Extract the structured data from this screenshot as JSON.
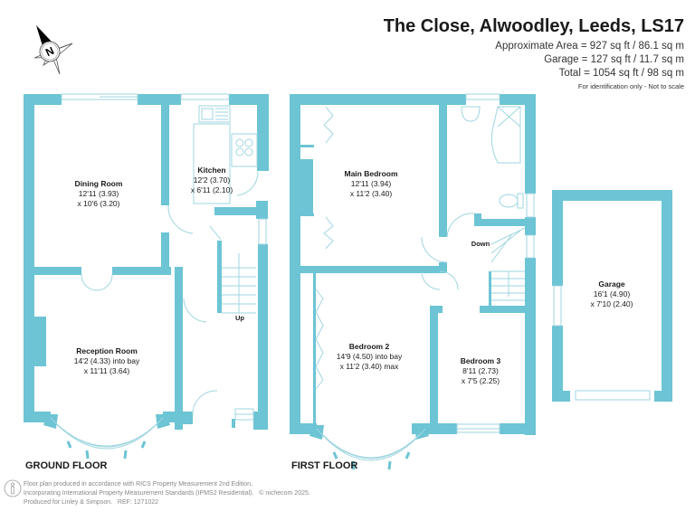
{
  "header": {
    "title": "The Close, Alwoodley, Leeds, LS17",
    "areas": [
      "Approximate Area = 927 sq ft / 86.1 sq m",
      "Garage = 127 sq ft / 11.7 sq m",
      "Total = 1054 sq ft / 98 sq m"
    ],
    "disclaimer": "For identification only - Not to scale"
  },
  "compass": {
    "icon": "north-arrow-icon",
    "label": "N"
  },
  "colors": {
    "wall": "#6cc4d4",
    "fixture": "#9fd6e0",
    "text": "#1a1a1a"
  },
  "floors": {
    "ground": {
      "label": "GROUND FLOOR",
      "rooms": [
        {
          "name": "Dining Room",
          "dim1": "12'11 (3.93)",
          "dim2": "x 10'6 (3.20)"
        },
        {
          "name": "Kitchen",
          "dim1": "12'2 (3.70)",
          "dim2": "x 6'11 (2.10)"
        },
        {
          "name": "Reception Room",
          "dim1": "14'2 (4.33) into bay",
          "dim2": "x 11'11 (3.64)"
        }
      ],
      "stairs_label": "Up"
    },
    "first": {
      "label": "FIRST FLOOR",
      "rooms": [
        {
          "name": "Main Bedroom",
          "dim1": "12'11 (3.94)",
          "dim2": "x 11'2 (3.40)"
        },
        {
          "name": "Bedroom 2",
          "dim1": "14'9 (4.50) into bay",
          "dim2": "x 11'2 (3.40) max"
        },
        {
          "name": "Bedroom 3",
          "dim1": "8'11 (2.73)",
          "dim2": "x 7'5 (2.25)"
        }
      ],
      "stairs_label": "Down"
    },
    "garage": {
      "rooms": [
        {
          "name": "Garage",
          "dim1": "16'1 (4.90)",
          "dim2": "x 7'10 (2.40)"
        }
      ]
    }
  },
  "footer": {
    "lines": [
      "Floor plan produced in accordance with RICS Property Measurement 2nd Edition,",
      "Incorporating International Property Measurement Standards (IPMS2 Residential).   © nichecom 2025.",
      "Produced for Linley & Simpson.   REF: 1271022"
    ]
  }
}
